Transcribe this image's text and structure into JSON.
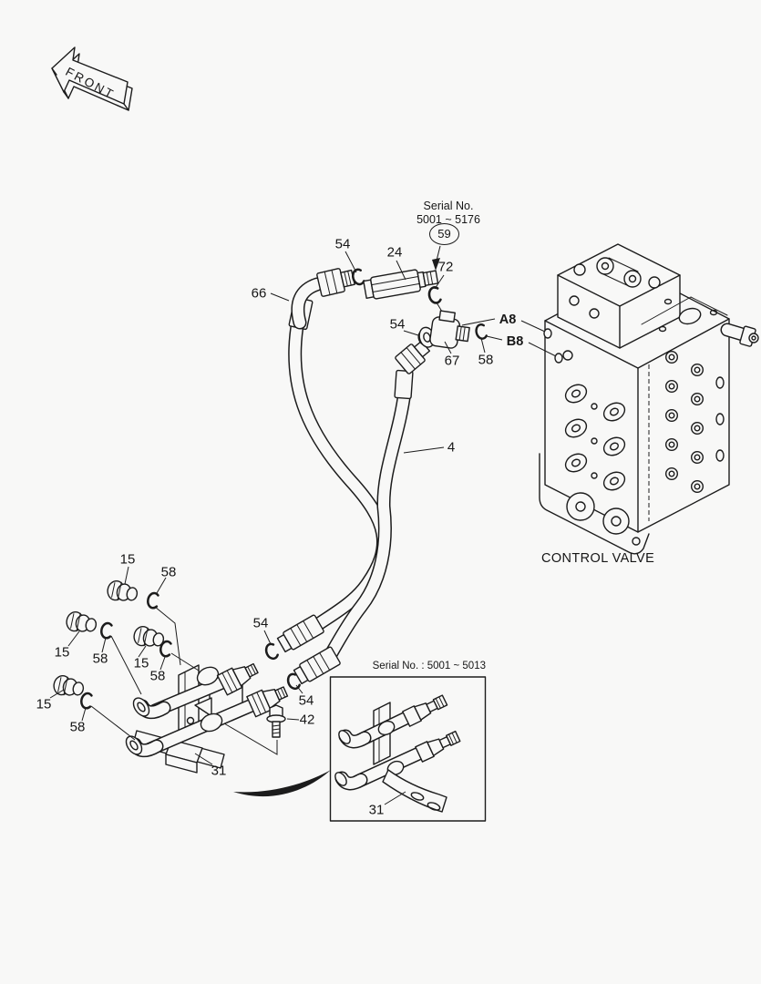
{
  "front_arrow": {
    "label": "FRONT"
  },
  "serial_note": {
    "line1": "Serial No.",
    "line2": "5001 ~ 5176",
    "balloon": "59"
  },
  "valve": {
    "label": "CONTROL VALVE"
  },
  "ports": {
    "a": "A8",
    "b": "B8"
  },
  "inset": {
    "title": "Serial No. : 5001 ~ 5013"
  },
  "callouts": [
    {
      "text": "54"
    },
    {
      "text": "24"
    },
    {
      "text": "72"
    },
    {
      "text": "66"
    },
    {
      "text": "54"
    },
    {
      "text": "67"
    },
    {
      "text": "58"
    },
    {
      "text": "4"
    },
    {
      "text": "15"
    },
    {
      "text": "58"
    },
    {
      "text": "15"
    },
    {
      "text": "58"
    },
    {
      "text": "15"
    },
    {
      "text": "58"
    },
    {
      "text": "15"
    },
    {
      "text": "58"
    },
    {
      "text": "54"
    },
    {
      "text": "54"
    },
    {
      "text": "42"
    },
    {
      "text": "31"
    },
    {
      "text": "31"
    }
  ],
  "colors": {
    "ink": "#1c1c1c",
    "paper": "#f8f8f7"
  }
}
